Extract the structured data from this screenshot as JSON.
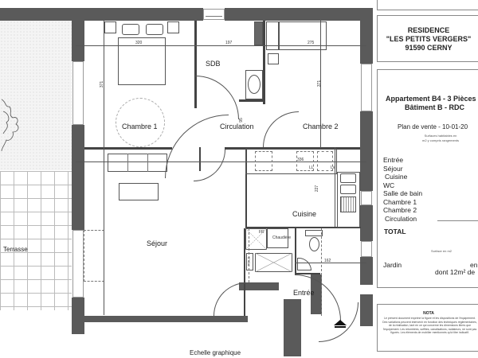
{
  "title_block": {
    "residence_line1": "RESIDENCE",
    "residence_line2": "\"LES PETITS VERGERS\"",
    "residence_line3": "91590 CERNY"
  },
  "apartment_block": {
    "title_line1": "Appartement B4 - 3 Pièces",
    "title_line2": "Bâtiment B - RDC",
    "plan_date": "Plan de vente - 10-01-20",
    "surfaces_note_line1": "Surfaces habitables en",
    "surfaces_note_line2": "m2 y compris rangements",
    "rooms": [
      {
        "label": "Entrée"
      },
      {
        "label": "Séjour"
      },
      {
        "label": "Cuisine"
      },
      {
        "label": "WC"
      },
      {
        "label": "Salle de bain"
      },
      {
        "label": "Chambre 1"
      },
      {
        "label": "Chambre 2"
      },
      {
        "label": "Circulation"
      }
    ],
    "total_label": "TOTAL",
    "surface_note": "Surface en m2",
    "garden_label": "Jardin",
    "garden_value_partial": "en",
    "garden_detail_partial": "dont 12m² de"
  },
  "nota": {
    "title": "NOTA",
    "text": "Le présent document exprime la figure et les dispositions de l'équipement. Des variations peuvent intervenir en fonction des techniques réglementaires, de la réalisation, tant en ce qui concerne les dimensions libres que l'équipement. Les retombées, soffites, canalisations, radiateurs, ne sont pas figurés. Les éléments de mobilier mentionnés qu'à titre indicatif."
  },
  "floor_plan": {
    "rooms": {
      "chambre1": "Chambre 1",
      "sdb": "SDB",
      "circulation": "Circulation",
      "chambre2": "Chambre 2",
      "sejour": "Séjour",
      "cuisine": "Cuisine",
      "entree": "Entrée",
      "terrasse": "Terrasse",
      "chaudiere": "Chaudière",
      "toilet_label": "TOILE",
      "fr_label": "FR",
      "ll_label": "LL",
      "lv_label": "LV"
    },
    "dimensions": {
      "chambre1_width": "320",
      "chambre1_depth": "371",
      "sdb_width": "197",
      "chambre2_width": "275",
      "chambre2_depth": "371",
      "circulation_dim": "95",
      "cuisine_depth": "227",
      "cuisine_width": "336",
      "entree_width": "162"
    },
    "scale_label": "Echelle graphique"
  }
}
